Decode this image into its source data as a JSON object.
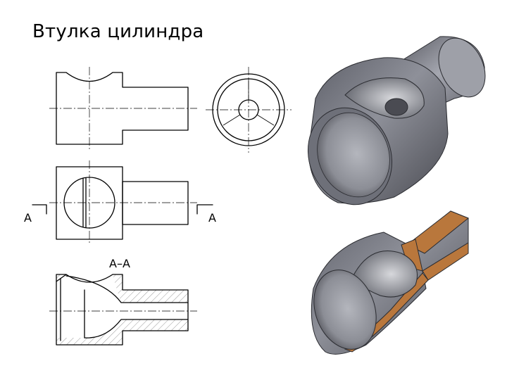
{
  "slide": {
    "title": "Втулка цилиндра"
  },
  "drawing": {
    "section_mark_left": "A",
    "section_mark_right": "A",
    "section_title": "A–A"
  },
  "colors": {
    "metal_dark": "#3c3d44",
    "metal_mid": "#6e707a",
    "metal_light": "#c9cad0",
    "cut_face": "#b9773c",
    "cut_face_dark": "#8a5424"
  }
}
